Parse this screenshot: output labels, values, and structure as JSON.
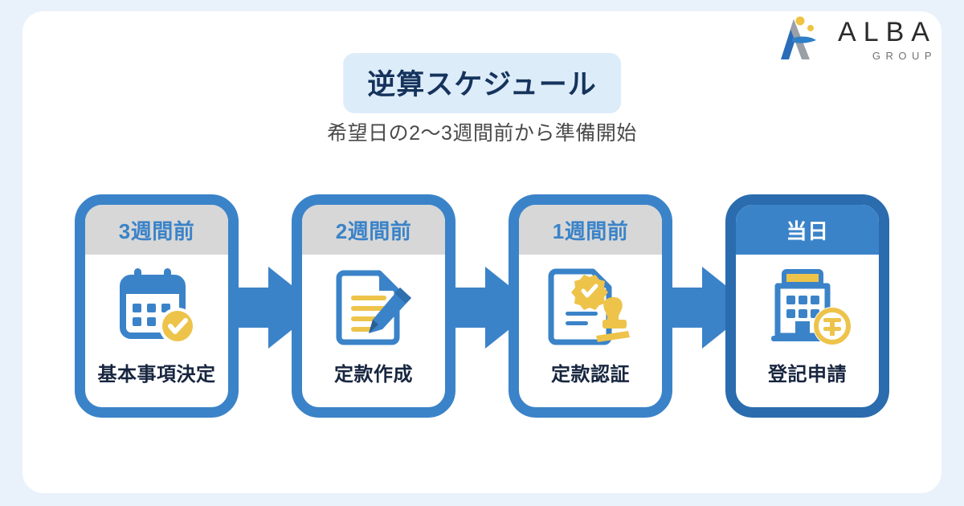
{
  "brand": {
    "logo_mark": "alba-a-mark-icon",
    "name": "ALBA",
    "suffix": "GROUP",
    "colors": {
      "blue": "#3b83c8",
      "dark_blue": "#2a6cae",
      "navy": "#15335c",
      "yellow": "#edc34a",
      "page_bg": "#e9f2fb",
      "card_bg": "#ffffff",
      "head_gray": "#d7d7d7"
    }
  },
  "header": {
    "title": "逆算スケジュール",
    "subtitle": "希望日の2〜3週間前から準備開始"
  },
  "flow": {
    "steps": [
      {
        "period": "3週間前",
        "label": "基本事項決定",
        "icon": "calendar-check-icon",
        "highlight": false
      },
      {
        "period": "2週間前",
        "label": "定款作成",
        "icon": "document-pencil-icon",
        "highlight": false
      },
      {
        "period": "1週間前",
        "label": "定款認証",
        "icon": "document-seal-stamp-icon",
        "highlight": false
      },
      {
        "period": "当日",
        "label": "登記申請",
        "icon": "government-building-postmark-icon",
        "highlight": true
      }
    ],
    "connectors": [
      {
        "icon": "arrow-right-icon"
      },
      {
        "icon": "arrow-right-icon"
      },
      {
        "icon": "arrow-right-icon"
      }
    ]
  }
}
